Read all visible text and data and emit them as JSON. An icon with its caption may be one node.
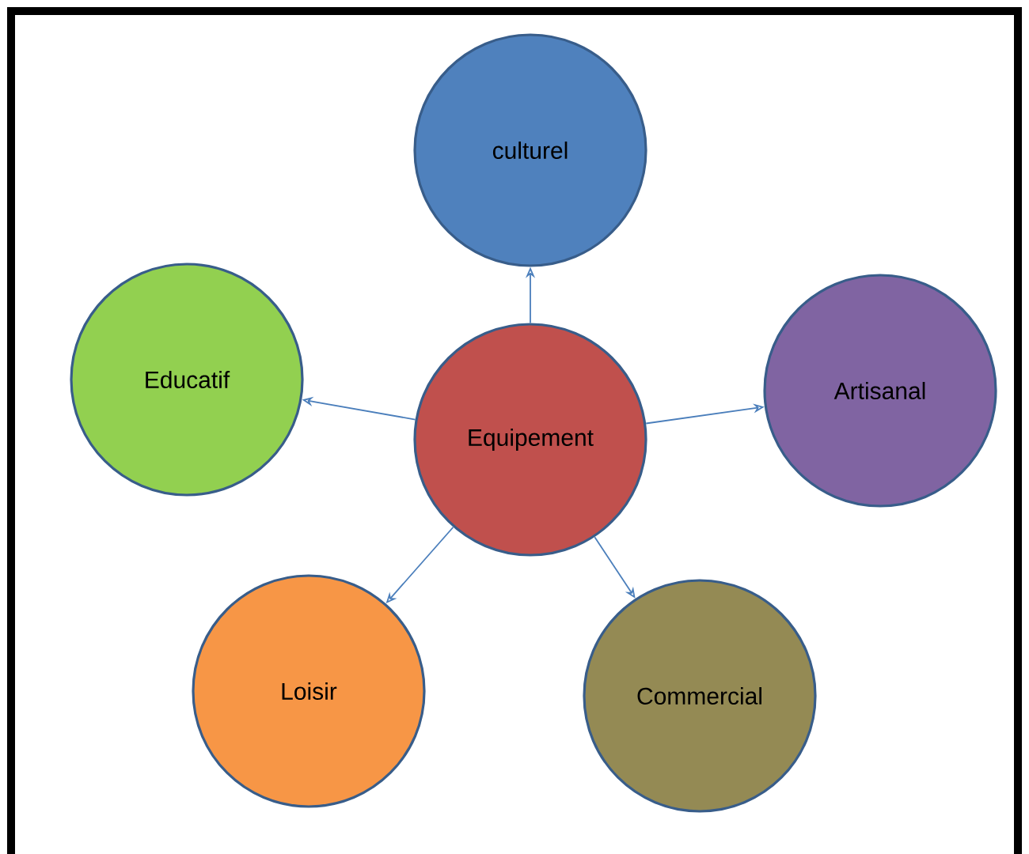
{
  "diagram": {
    "nodes": [
      {
        "text": [
          "culturel"
        ]
      },
      {
        "text": [
          "Educatif"
        ]
      },
      {
        "text": [
          "Equipement"
        ]
      },
      {
        "text": [
          "Artisanal"
        ]
      },
      {
        "text": [
          "Loisir"
        ]
      },
      {
        "text": [
          "Commercial"
        ]
      }
    ],
    "edges": [
      {
        "from": 2,
        "to": 0,
        "arrow": "to"
      },
      {
        "from": 2,
        "to": 1,
        "arrow": "to"
      },
      {
        "from": 2,
        "to": 3,
        "arrow": "to"
      },
      {
        "from": 2,
        "to": 4,
        "arrow": "to"
      },
      {
        "from": 2,
        "to": 5,
        "arrow": "to"
      }
    ]
  }
}
